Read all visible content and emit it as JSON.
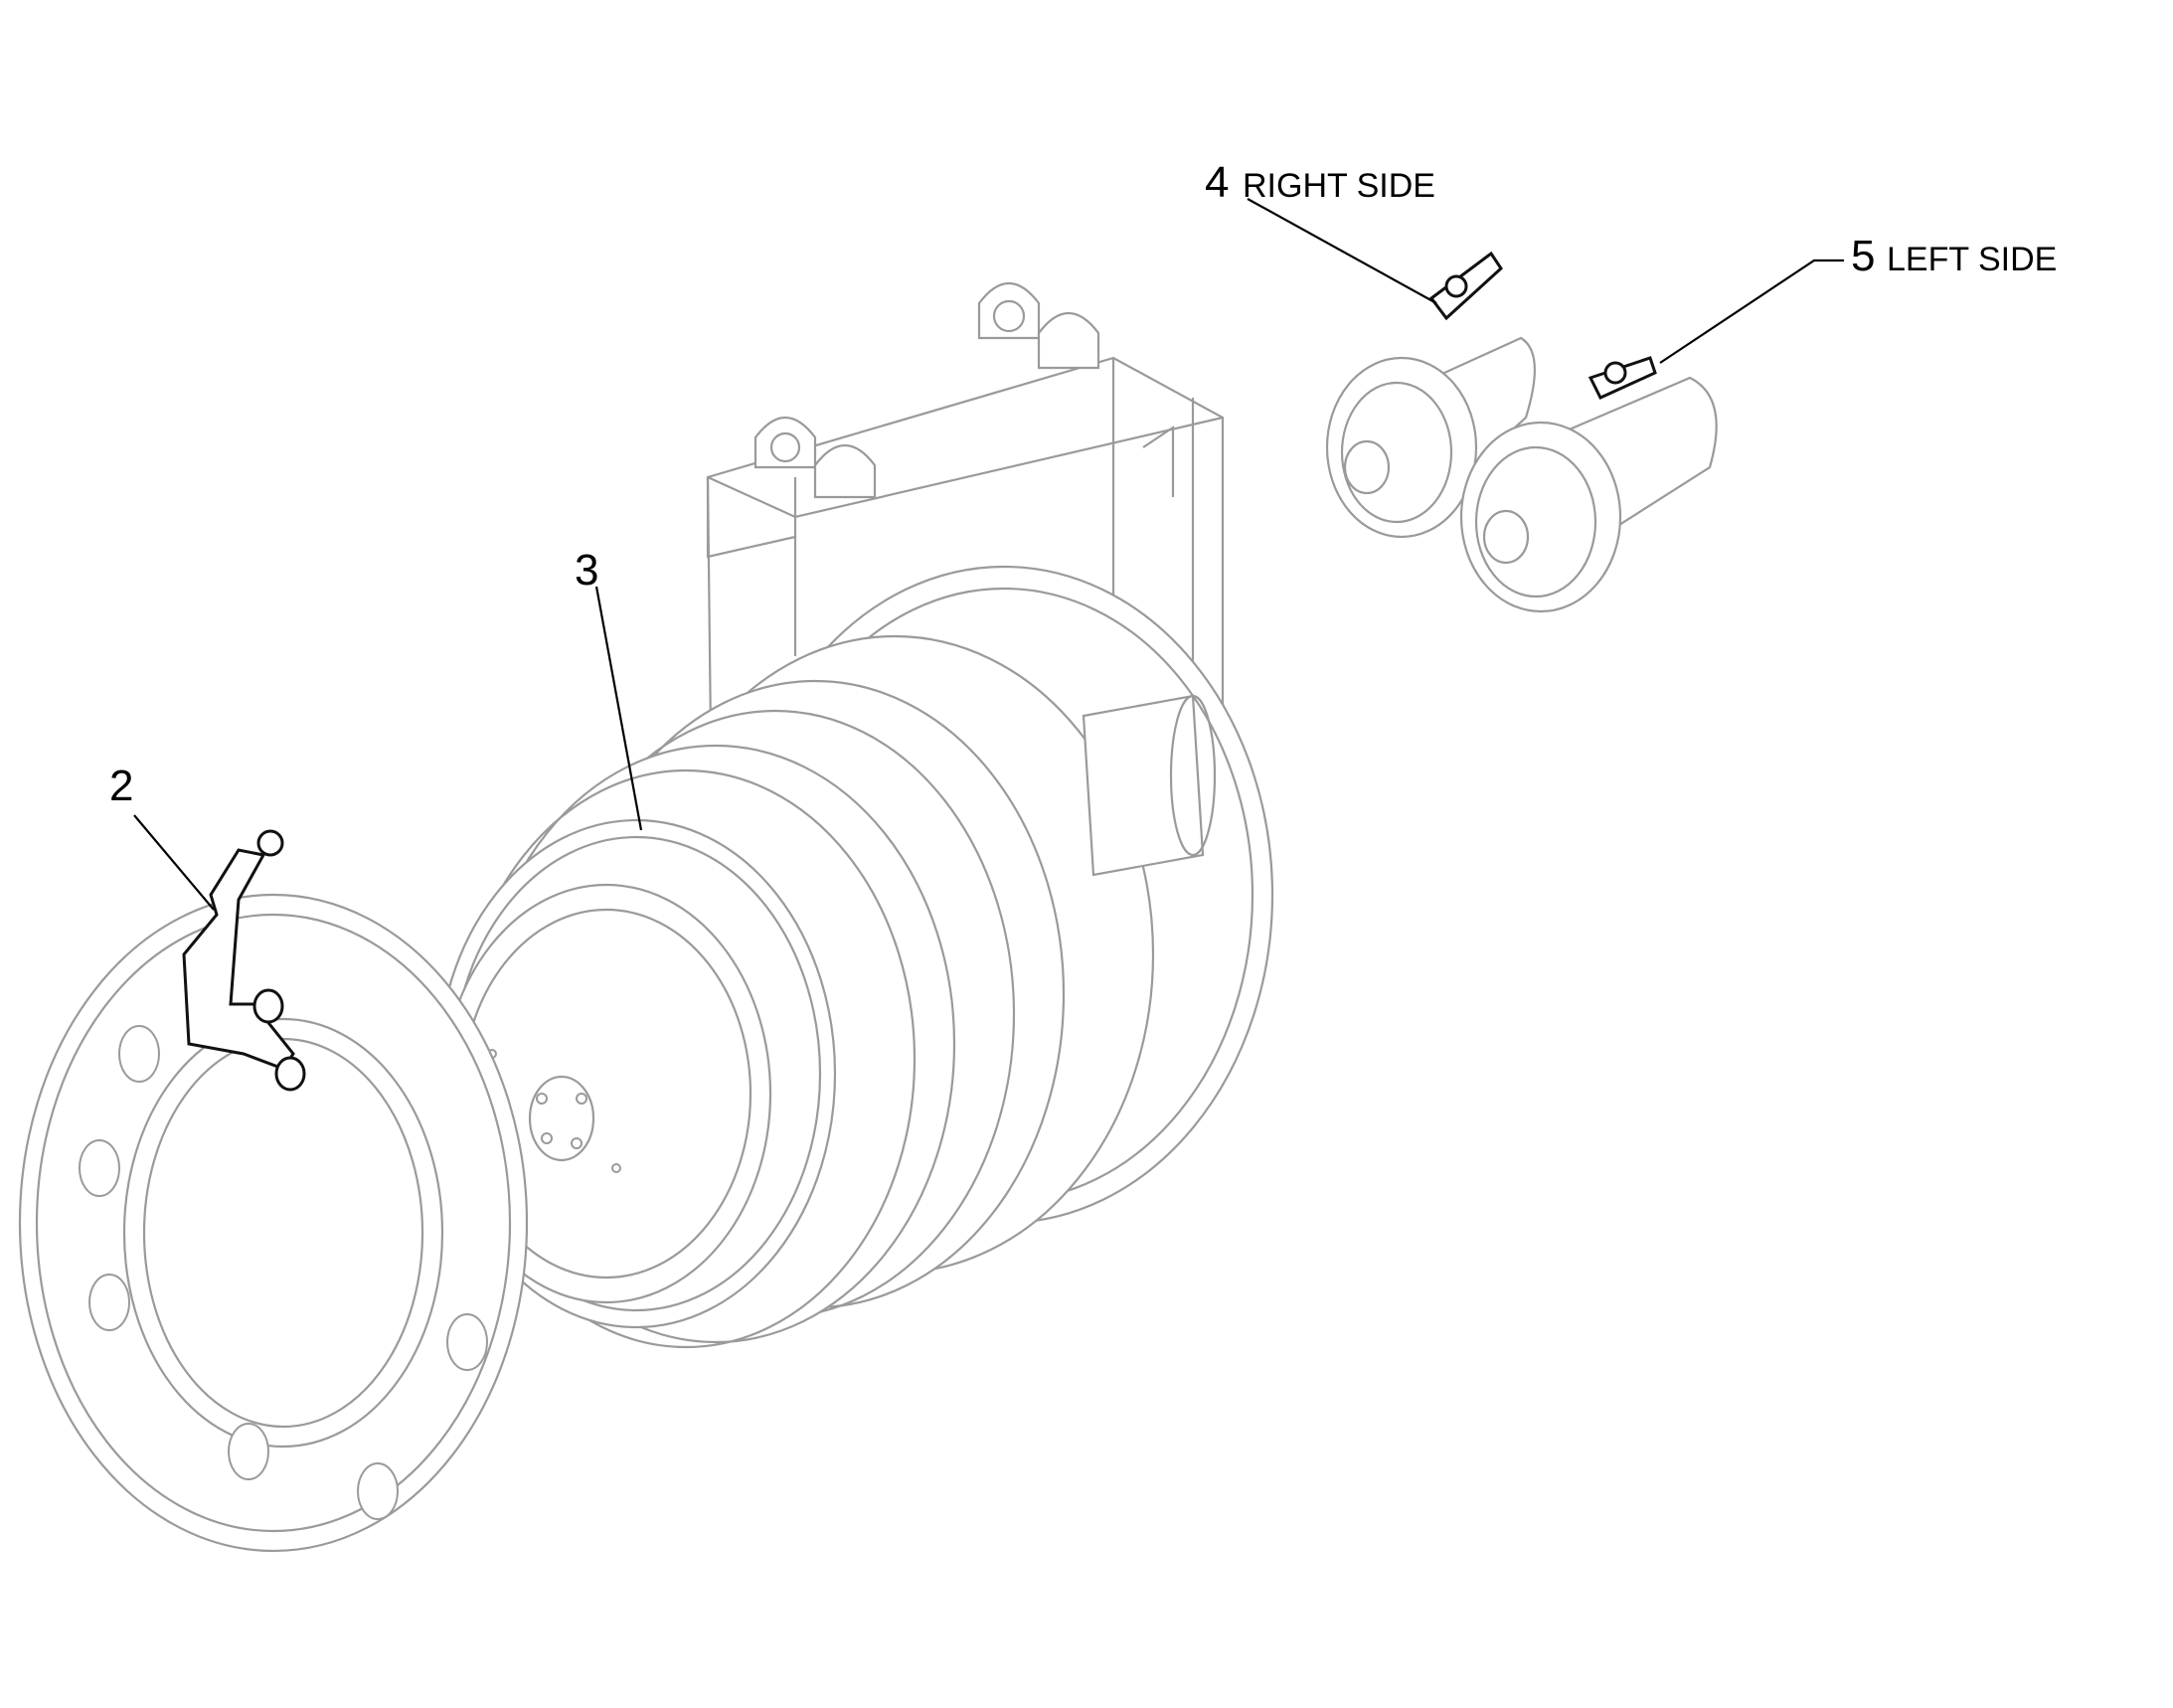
{
  "callouts": [
    {
      "number": "2",
      "side": ""
    },
    {
      "number": "3",
      "side": ""
    },
    {
      "number": "4",
      "side": "RIGHT SIDE"
    },
    {
      "number": "5",
      "side": "LEFT SIDE"
    }
  ],
  "colors": {
    "ink": "#000000",
    "line": "#9a9a9a",
    "highlight": "#111111"
  }
}
